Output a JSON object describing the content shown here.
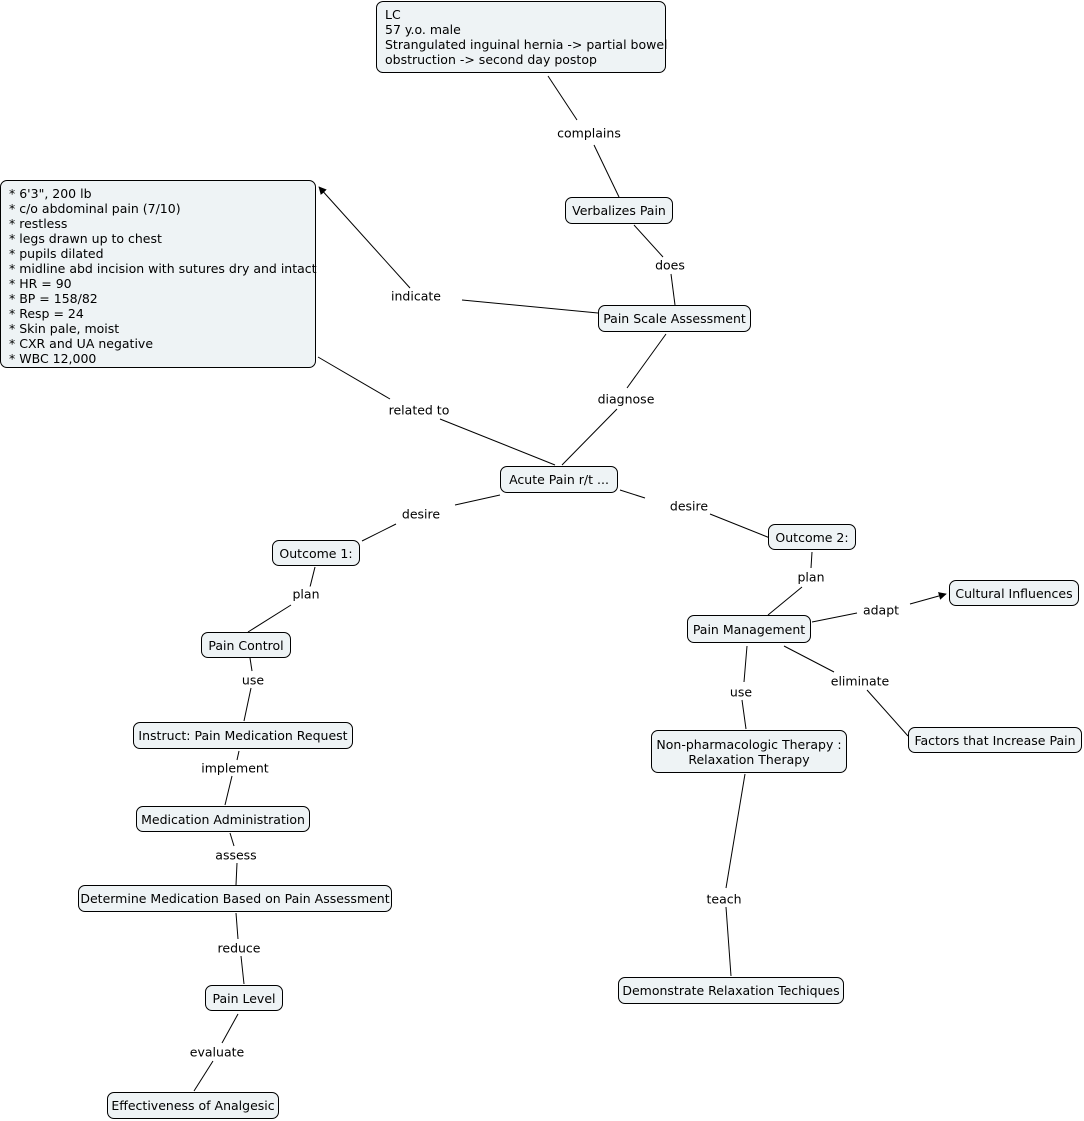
{
  "nodes": {
    "patient": "LC\n57 y.o. male\nStrangulated inguinal hernia -> partial bowel\nobstruction -> second day postop",
    "assessment": "* 6'3\", 200 lb\n* c/o abdominal pain (7/10)\n* restless\n* legs drawn up to chest\n* pupils dilated\n* midline abd incision with sutures dry and intact\n* HR = 90\n* BP = 158/82\n* Resp = 24\n* Skin pale, moist\n* CXR and UA negative\n* WBC 12,000",
    "verbalizes_pain": "Verbalizes Pain",
    "pain_scale": "Pain Scale Assessment",
    "acute_pain": "Acute Pain r/t ...",
    "outcome1": "Outcome 1:",
    "outcome2": "Outcome 2:",
    "pain_control": "Pain Control",
    "instruct": "Instruct: Pain Medication Request",
    "med_admin": "Medication Administration",
    "determine_med": "Determine Medication Based on Pain Assessment",
    "pain_level": "Pain Level",
    "effectiveness": "Effectiveness of Analgesic",
    "pain_mgmt": "Pain Management",
    "cultural": "Cultural Influences",
    "factors": "Factors that Increase Pain",
    "nonpharm": "Non-pharmacologic Therapy :\nRelaxation Therapy",
    "demonstrate": "Demonstrate Relaxation Techiques"
  },
  "links": {
    "complains": "complains",
    "does": "does",
    "indicate": "indicate",
    "diagnose": "diagnose",
    "related_to": "related to",
    "desire1": "desire",
    "desire2": "desire",
    "plan1": "plan",
    "plan2": "plan",
    "use1": "use",
    "implement": "implement",
    "assess": "assess",
    "reduce": "reduce",
    "evaluate": "evaluate",
    "adapt": "adapt",
    "use2": "use",
    "eliminate": "eliminate",
    "teach": "teach"
  }
}
